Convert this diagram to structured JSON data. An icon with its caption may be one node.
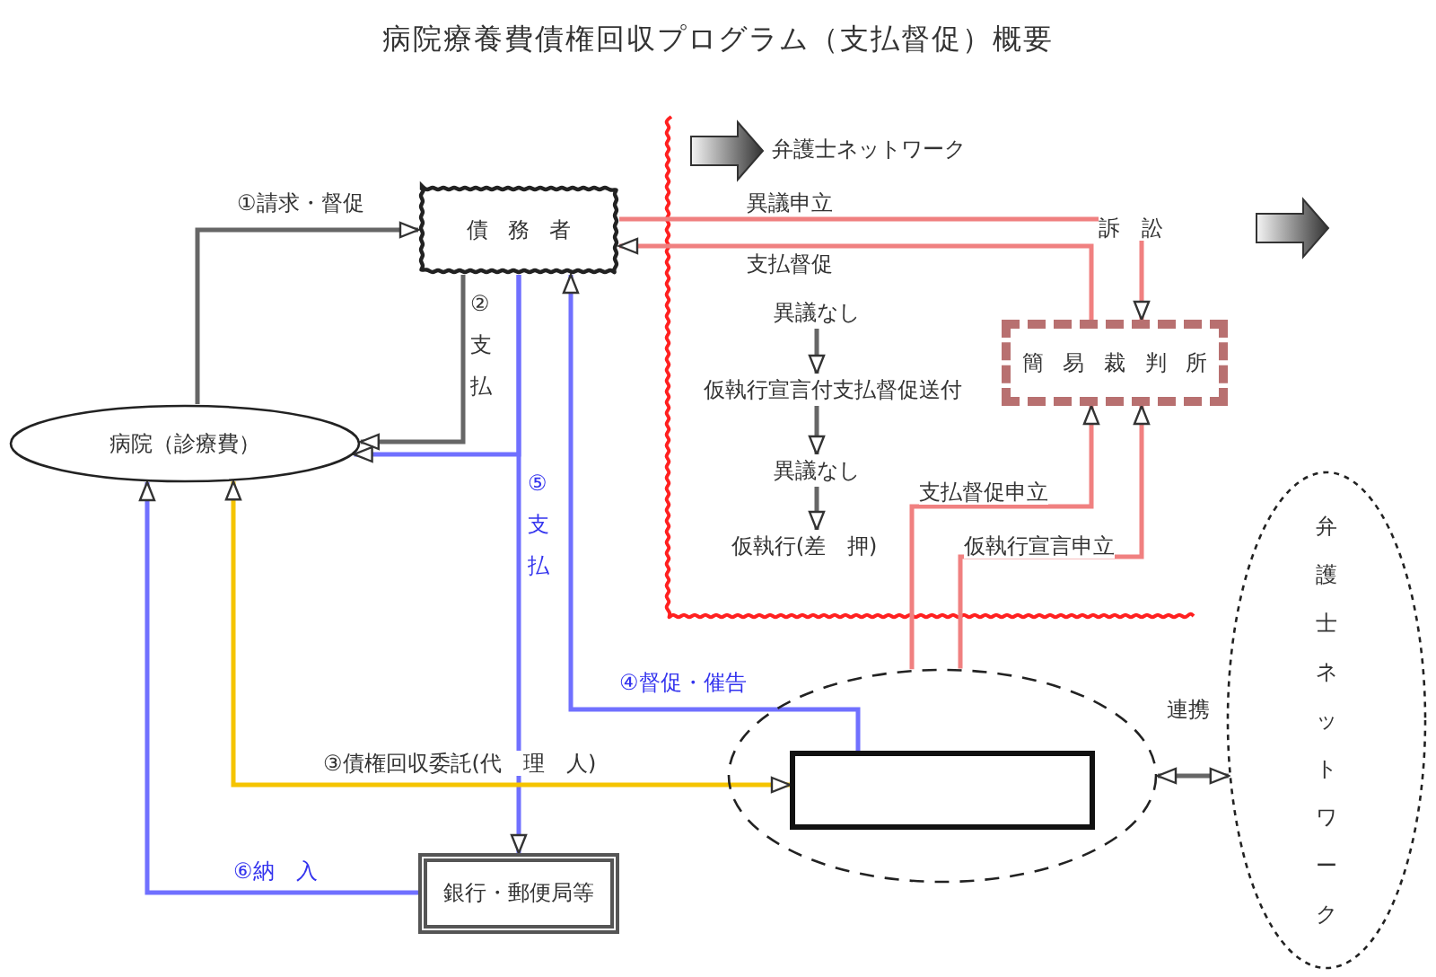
{
  "diagram": {
    "title": "病院療養費債権回収プログラム（支払督促）概要",
    "nodes": [
      {
        "text": [
          "債務者"
        ]
      },
      {
        "text": [
          "病院（診療費）"
        ]
      },
      {
        "text": [
          "簡易裁判所"
        ]
      },
      {
        "text": [],
        "shape": "ellipse"
      },
      {
        "text": [],
        "shape": "box",
        "in": 3
      },
      {
        "text": [
          "銀行・郵便局等"
        ]
      },
      {
        "text": [
          "弁護士ネットワーク"
        ]
      },
      {
        "text": [
          "異議なし"
        ]
      },
      {
        "text": [
          "仮執行宣言付支払督促送付"
        ]
      },
      {
        "text": [
          "異議なし"
        ]
      },
      {
        "text": [
          "仮執行(差　押)"
        ]
      }
    ],
    "edges": [
      {
        "from": 1,
        "to": 0,
        "arrow": "to",
        "label": "①請求・督促"
      },
      {
        "from": 0,
        "to": 1,
        "arrow": "to",
        "label": "②支払"
      },
      {
        "from": 0,
        "to": 5,
        "arrow": "to",
        "label": "⑤支払",
        "color": "#7070ff"
      },
      {
        "from": 0,
        "to": 1,
        "arrow": "to",
        "color": "#7070ff"
      },
      {
        "from": 4,
        "to": 0,
        "arrow": "to",
        "label": "④督促・催告",
        "color": "#7070ff"
      },
      {
        "from": 1,
        "to": 4,
        "arrow": "both",
        "label": "③債権回収委託(代　理　人)",
        "color": "#f5c400"
      },
      {
        "from": 5,
        "to": 1,
        "arrow": "to",
        "label": "⑥納　入",
        "color": "#7070ff"
      },
      {
        "from": 0,
        "to": 2,
        "arrow": "to",
        "label": "異議申立",
        "color": "#f08080"
      },
      {
        "from": 2,
        "to": 0,
        "arrow": "to",
        "label": "支払督促",
        "color": "#f08080"
      },
      {
        "from": 3,
        "to": 2,
        "arrow": "to",
        "label": "支払督促申立",
        "color": "#f08080"
      },
      {
        "from": 3,
        "to": 2,
        "arrow": "to",
        "label": "仮執行宣言申立",
        "color": "#f08080"
      },
      {
        "from": 3,
        "to": 6,
        "arrow": "both",
        "label": "連携"
      },
      {
        "from": 7,
        "to": 8,
        "arrow": "to"
      },
      {
        "from": 8,
        "to": 9,
        "arrow": "to"
      },
      {
        "from": 9,
        "to": 10,
        "arrow": "to"
      }
    ],
    "labels": [
      "訴　訟"
    ],
    "legend": [
      {
        "text": "弁護士ネットワーク"
      }
    ]
  }
}
